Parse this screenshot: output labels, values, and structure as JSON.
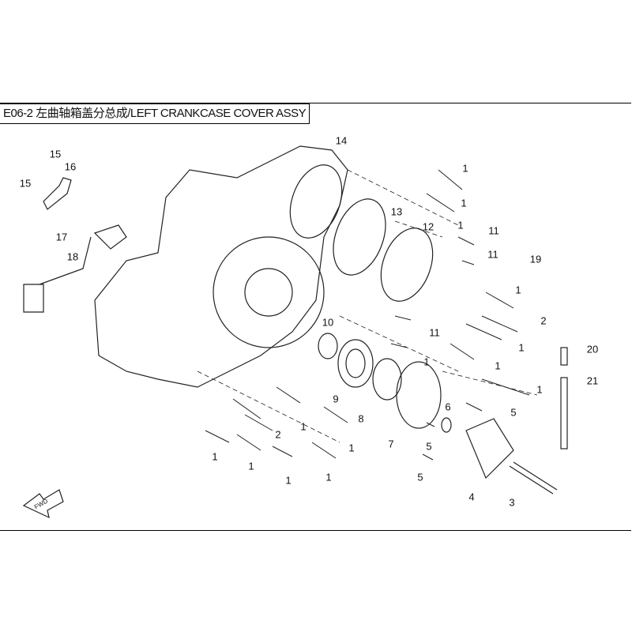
{
  "title": "E06-2 左曲轴箱盖分总成/LEFT CRANKCASE COVER ASSY",
  "fwd_label": "FWD",
  "callouts": [
    "15",
    "16",
    "15",
    "17",
    "18",
    "14",
    "13",
    "12",
    "1",
    "1",
    "11",
    "11",
    "19",
    "1",
    "2",
    "10",
    "11",
    "1",
    "1",
    "9",
    "8",
    "1",
    "5",
    "6",
    "7",
    "5",
    "5",
    "4",
    "3",
    "2",
    "1",
    "1",
    "1",
    "1",
    "1",
    "1",
    "20",
    "21",
    "1",
    "1"
  ]
}
